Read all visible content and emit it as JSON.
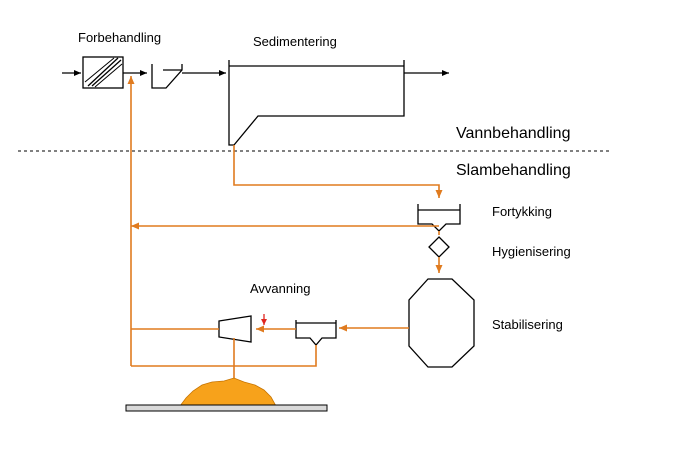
{
  "labels": {
    "forbehandling": "Forbehandling",
    "sedimentering": "Sedimentering",
    "vannbehandling": "Vannbehandling",
    "slambehandling": "Slambehandling",
    "fortykking": "Fortykking",
    "hygienisering": "Hygienisering",
    "avvanning": "Avvanning",
    "stabilisering": "Stabilisering"
  },
  "colors": {
    "water_line": "#000000",
    "sludge_line": "#e07b1f",
    "return_arrow": "#e0271f",
    "sludge_pile": "#f7a21b",
    "ground_plate": "#d9d9d9",
    "separator": "#000000"
  },
  "icons": {
    "screen": "screen-grate-icon",
    "sand_trap": "grit-chamber-icon",
    "sedimentation_tank": "sedimentation-tank-icon",
    "thickener": "thickener-icon",
    "hygienisation": "hygienisation-diamond-icon",
    "digester": "digester-octagon-icon",
    "dewatering_centrifuge": "centrifuge-icon",
    "intermediate_tank": "buffer-tank-icon",
    "sludge_pile": "sludge-pile-icon"
  }
}
